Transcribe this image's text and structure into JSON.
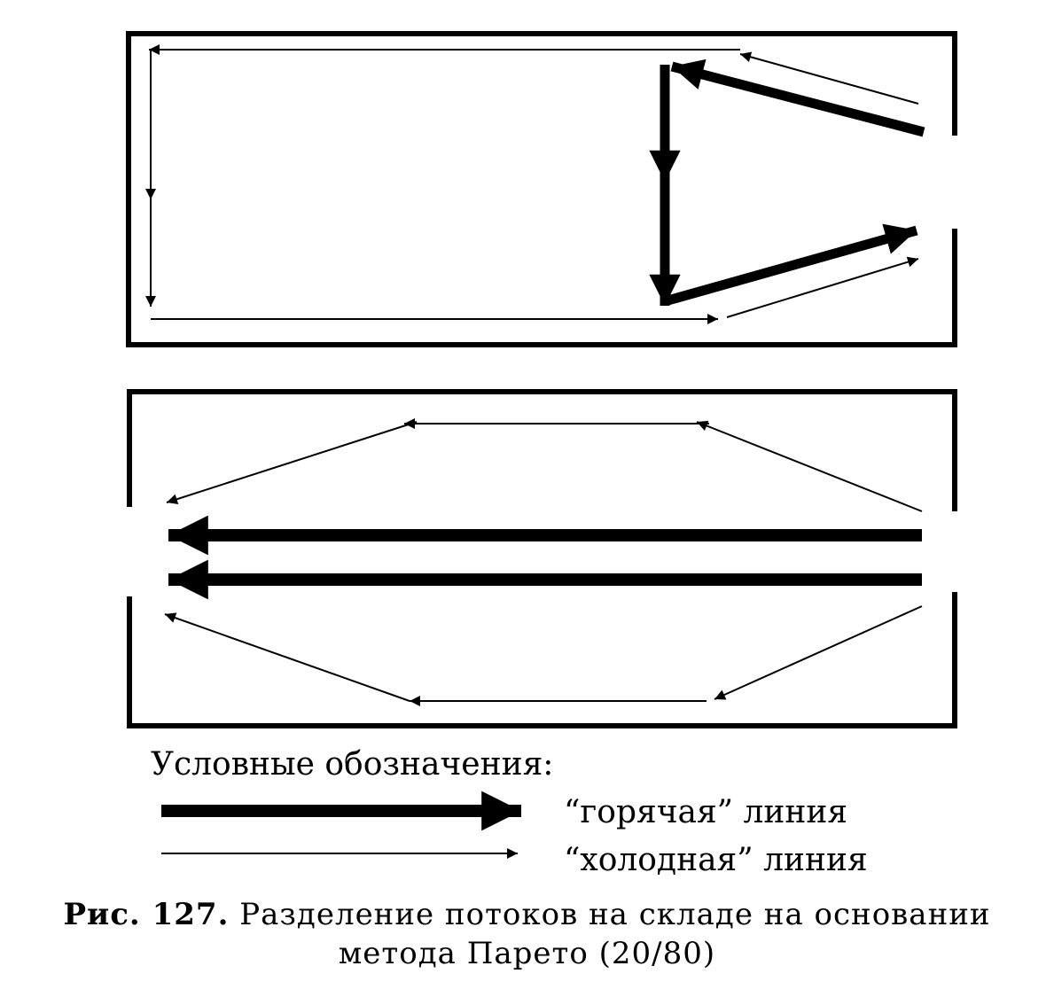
{
  "legend": {
    "title": "Условные обозначения:",
    "hot_label": "“горячая” линия",
    "cold_label": "“холодная” линия"
  },
  "caption": {
    "figure_number": "Рис. 127.",
    "line1": "Разделение потоков на складе на основании",
    "line2": "метода Парето (20/80)"
  },
  "colors": {
    "ink": "#000000",
    "paper": "#ffffff"
  }
}
